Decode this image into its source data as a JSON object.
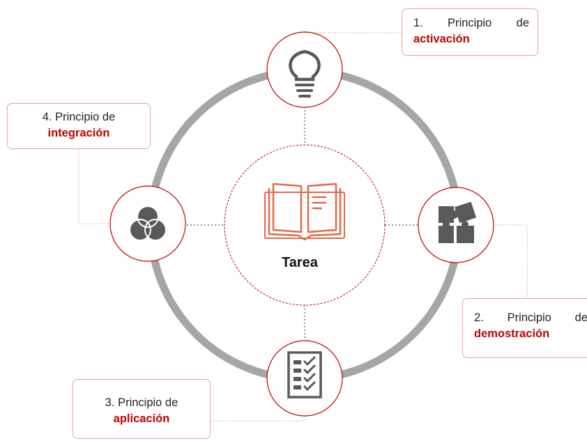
{
  "center": {
    "label": "Tarea",
    "icon": "open-book-icon"
  },
  "principles": [
    {
      "number_prefix": "1. Principio de",
      "keyword": "activación",
      "icon": "lightbulb-icon"
    },
    {
      "number_prefix": "2. Principio de",
      "keyword": "demostración",
      "icon": "puzzle-icon"
    },
    {
      "number_prefix": "3. Principio de",
      "keyword": "aplicación",
      "icon": "checklist-icon"
    },
    {
      "number_prefix": "4. Principio de",
      "keyword": "integración",
      "icon": "venn-circles-icon"
    }
  ],
  "colors": {
    "accent": "#c00000",
    "ring": "#a6a6a6",
    "icon": "#595959",
    "border": "#e5a3a3",
    "book": "#e06a47"
  }
}
